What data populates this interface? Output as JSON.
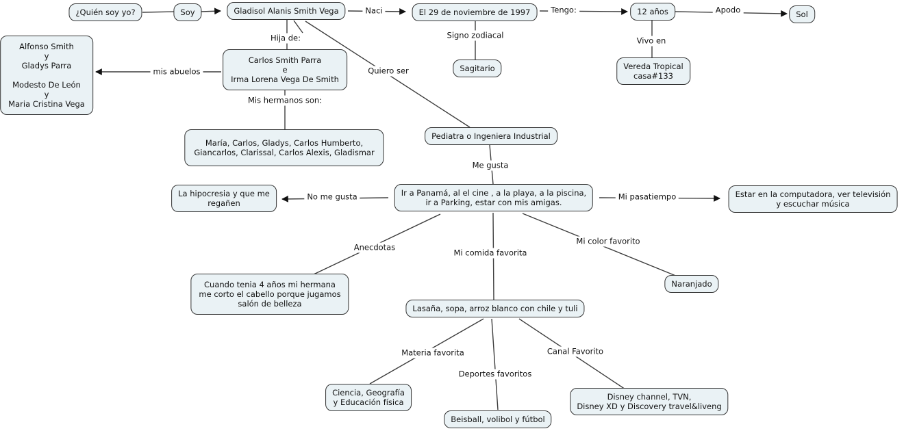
{
  "canvas": {
    "background_color": "#ffffff",
    "node_fill_color": "#eaf2f5",
    "node_border_color": "#333333",
    "line_color": "#3d3d3d",
    "text_color": "#111111"
  },
  "concept_map": {
    "nodes": {
      "quien_soy_yo": {
        "text": "¿Quién soy yo?"
      },
      "soy": {
        "text": "Soy"
      },
      "nombre": {
        "text": "Gladisol Alanis Smith Vega"
      },
      "fecha_nacimiento": {
        "text": "El 29 de noviembre de 1997"
      },
      "edad": {
        "text": "12 años"
      },
      "apodo_valor": {
        "text": "Sol"
      },
      "abuelos": {
        "text": "Alfonso Smith\ny\nGladys Parra\n\nModesto De León\ny\nMaria Cristina Vega"
      },
      "padres": {
        "text": "Carlos Smith Parra\ne\nIrma Lorena Vega De Smith"
      },
      "signo": {
        "text": "Sagitario"
      },
      "direccion": {
        "text": "Vereda Tropical\ncasa#133"
      },
      "hermanos": {
        "text": "María, Carlos, Gladys, Carlos Humberto,\nGiancarlos, Clarissal, Carlos Alexis, Gladismar"
      },
      "profesion": {
        "text": "Pediatra o Ingeniera Industrial"
      },
      "disgustos": {
        "text": "La hipocresia y que me\nregañen"
      },
      "gustos": {
        "text": "Ir a Panamá, al el cine , a la playa, a la piscina,\nir a Parking, estar con mis amigas."
      },
      "pasatiempos": {
        "text": "Estar en la computadora, ver televisión\ny escuchar música"
      },
      "color_favorito": {
        "text": "Naranjado"
      },
      "anecdota": {
        "text": "Cuando tenia 4 años mi hermana\nme corto el cabello porque jugamos\nsalón de belleza"
      },
      "comida_favorita": {
        "text": "Lasaña, sopa, arroz blanco con chile y tuli"
      },
      "materias_favoritas": {
        "text": "Ciencia, Geografía\ny Educación física"
      },
      "deportes_favoritos_valor": {
        "text": "Beisball, volibol y fútbol"
      },
      "canales_favoritos": {
        "text": "Disney channel, TVN,\nDisney XD y Discovery travel&liveng"
      }
    },
    "link_labels": {
      "naci": "Naci",
      "tengo": "Tengo:",
      "apodo": "Apodo",
      "hija_de": "Hija de:",
      "signo_zodiacal": "Signo zodiacal",
      "vivo_en": "Vivo en",
      "quiero_ser": "Quiero ser",
      "mis_abuelos": "mis abuelos",
      "mis_hermanos_son": "Mis hermanos son:",
      "me_gusta": "Me gusta",
      "no_me_gusta": "No me gusta",
      "mi_pasatiempo": "Mi pasatiempo",
      "anecdotas": "Anecdotas",
      "mi_comida_favorita": "Mi comida favorita",
      "mi_color_favorito": "Mi color favorito",
      "materia_favorita": "Materia favorita",
      "deportes_favoritos": "Deportes favoritos",
      "canal_favorito": "Canal Favorito"
    }
  }
}
